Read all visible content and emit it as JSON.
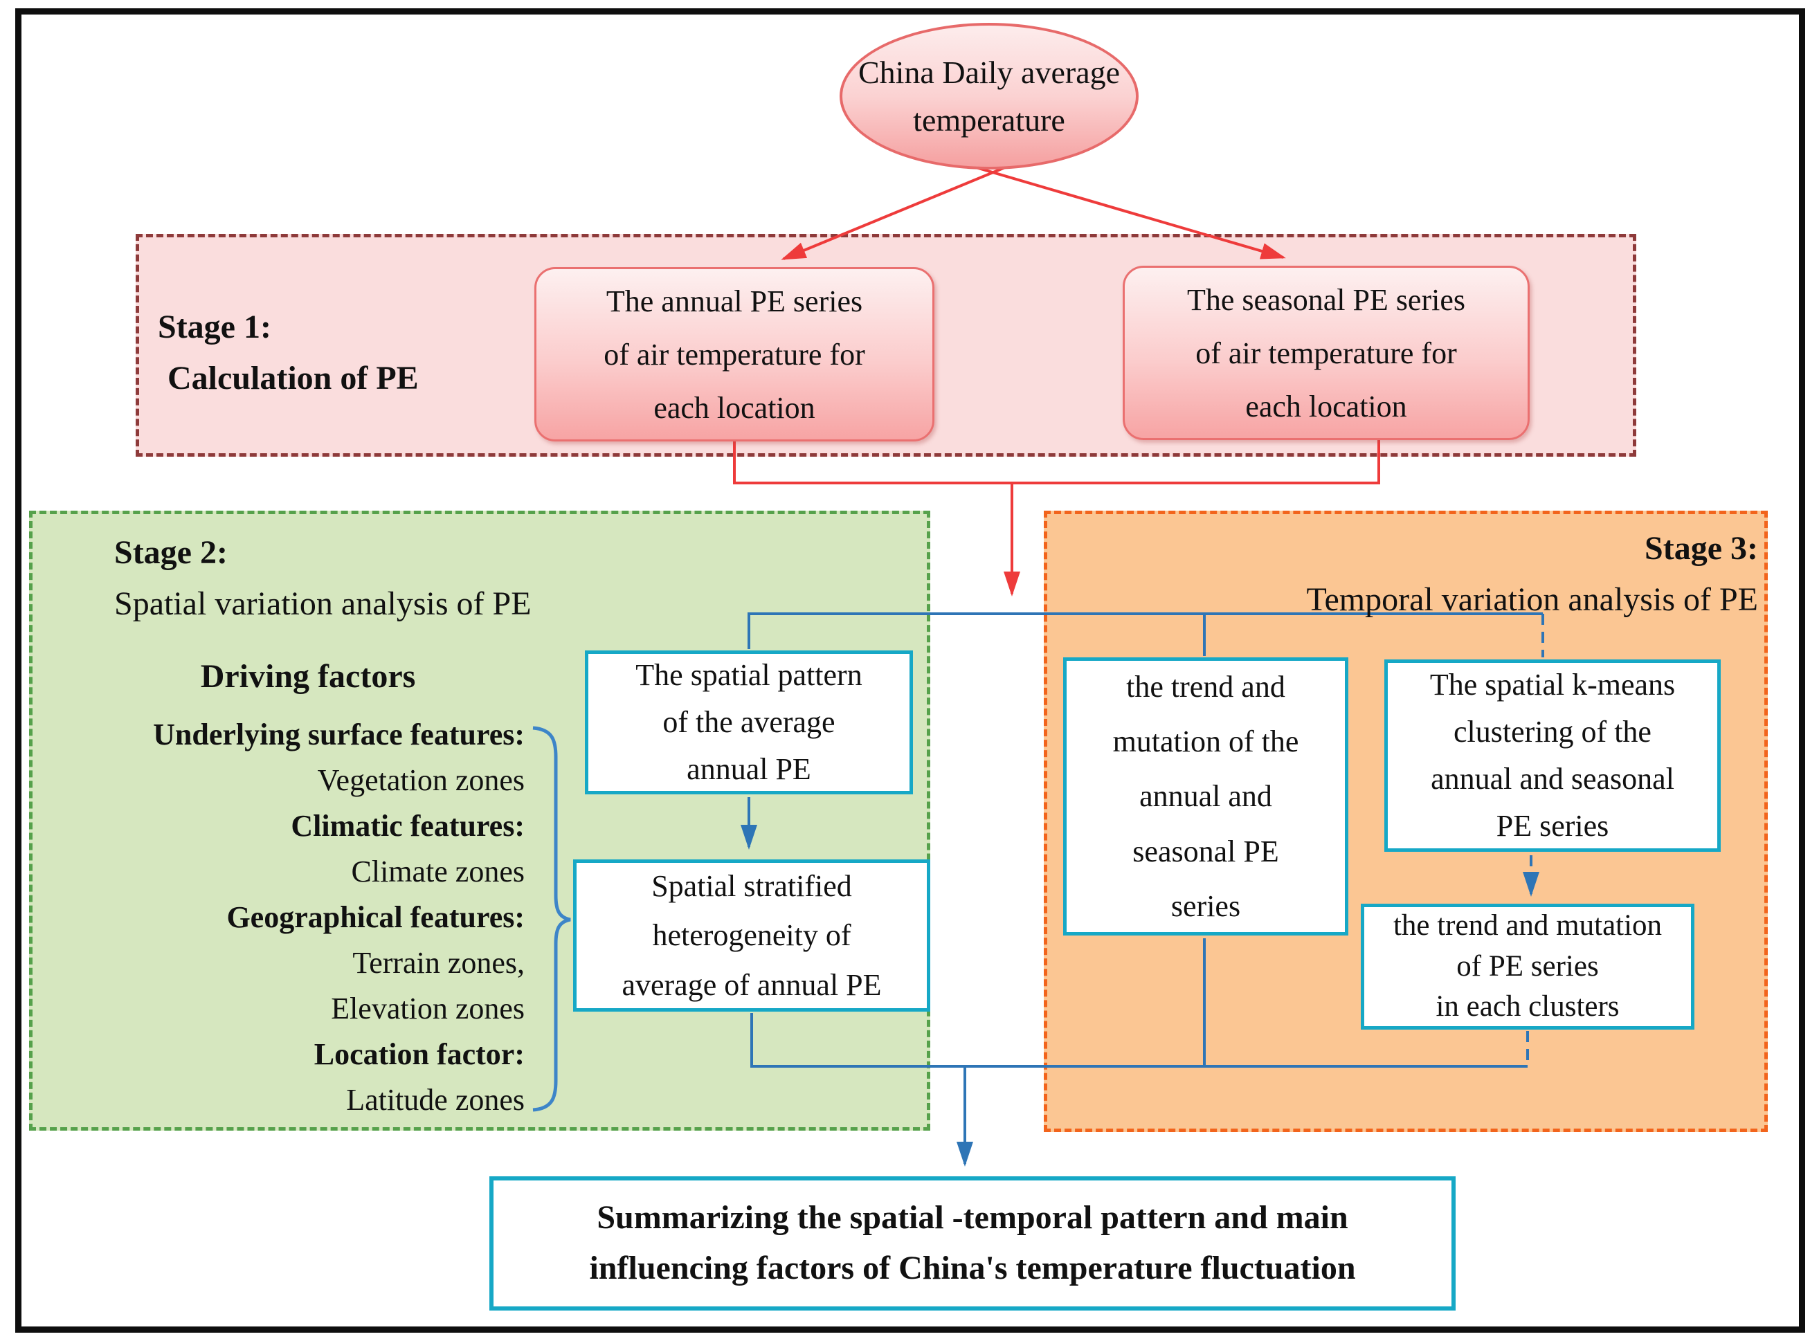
{
  "colors": {
    "stage1_fill": "#fadddd",
    "stage1_border": "#8e3a3a",
    "stage2_fill": "#d6e7bf",
    "stage2_border": "#56a14b",
    "stage3_fill": "#fbc693",
    "stage3_border": "#f2641c",
    "pink_node_border": "#ea7070",
    "cyan_node_border": "#16a8c6",
    "red_connector": "#ee3b3b",
    "blue_connector": "#2e75b6",
    "brace_blue": "#3d85c8"
  },
  "root_node": {
    "lines": [
      "China Daily average",
      "temperature"
    ]
  },
  "stage1": {
    "title": "Stage 1:",
    "subtitle": "Calculation of PE",
    "annual_box": {
      "lines": [
        "The annual PE series",
        "of air temperature for",
        "each location"
      ]
    },
    "seasonal_box": {
      "lines": [
        "The seasonal PE series",
        "of air temperature for",
        "each location"
      ]
    }
  },
  "stage2": {
    "title": "Stage 2:",
    "subtitle": "Spatial variation analysis of PE",
    "driving_factors_heading": "Driving factors",
    "factors": [
      {
        "label": "Underlying surface features:",
        "emphasis": true
      },
      {
        "label": "Vegetation zones",
        "emphasis": false
      },
      {
        "label": "Climatic features:",
        "emphasis": true
      },
      {
        "label": "Climate zones",
        "emphasis": false
      },
      {
        "label": "Geographical features:",
        "emphasis": true
      },
      {
        "label": "Terrain zones,",
        "emphasis": false
      },
      {
        "label": "Elevation zones",
        "emphasis": false
      },
      {
        "label": "Location factor:",
        "emphasis": true
      },
      {
        "label": "Latitude zones",
        "emphasis": false
      }
    ],
    "pattern_box": {
      "lines": [
        "The spatial pattern",
        "of the average",
        "annual PE"
      ]
    },
    "heterogeneity_box": {
      "lines": [
        "Spatial stratified",
        "heterogeneity of",
        "average of annual PE"
      ]
    }
  },
  "stage3": {
    "title": "Stage 3:",
    "subtitle": "Temporal variation analysis of PE",
    "trend_box": {
      "lines": [
        "the trend and",
        "mutation of the",
        "annual and",
        "seasonal PE",
        "series"
      ]
    },
    "kmeans_box": {
      "lines": [
        "The spatial k-means",
        "clustering of the",
        "annual and seasonal",
        "PE series"
      ]
    },
    "clusters_box": {
      "lines": [
        "the trend and mutation",
        "of PE series",
        "in each clusters"
      ]
    }
  },
  "summary_box": {
    "lines": [
      "Summarizing the spatial -temporal pattern and main",
      "influencing factors of China's temperature fluctuation"
    ]
  }
}
